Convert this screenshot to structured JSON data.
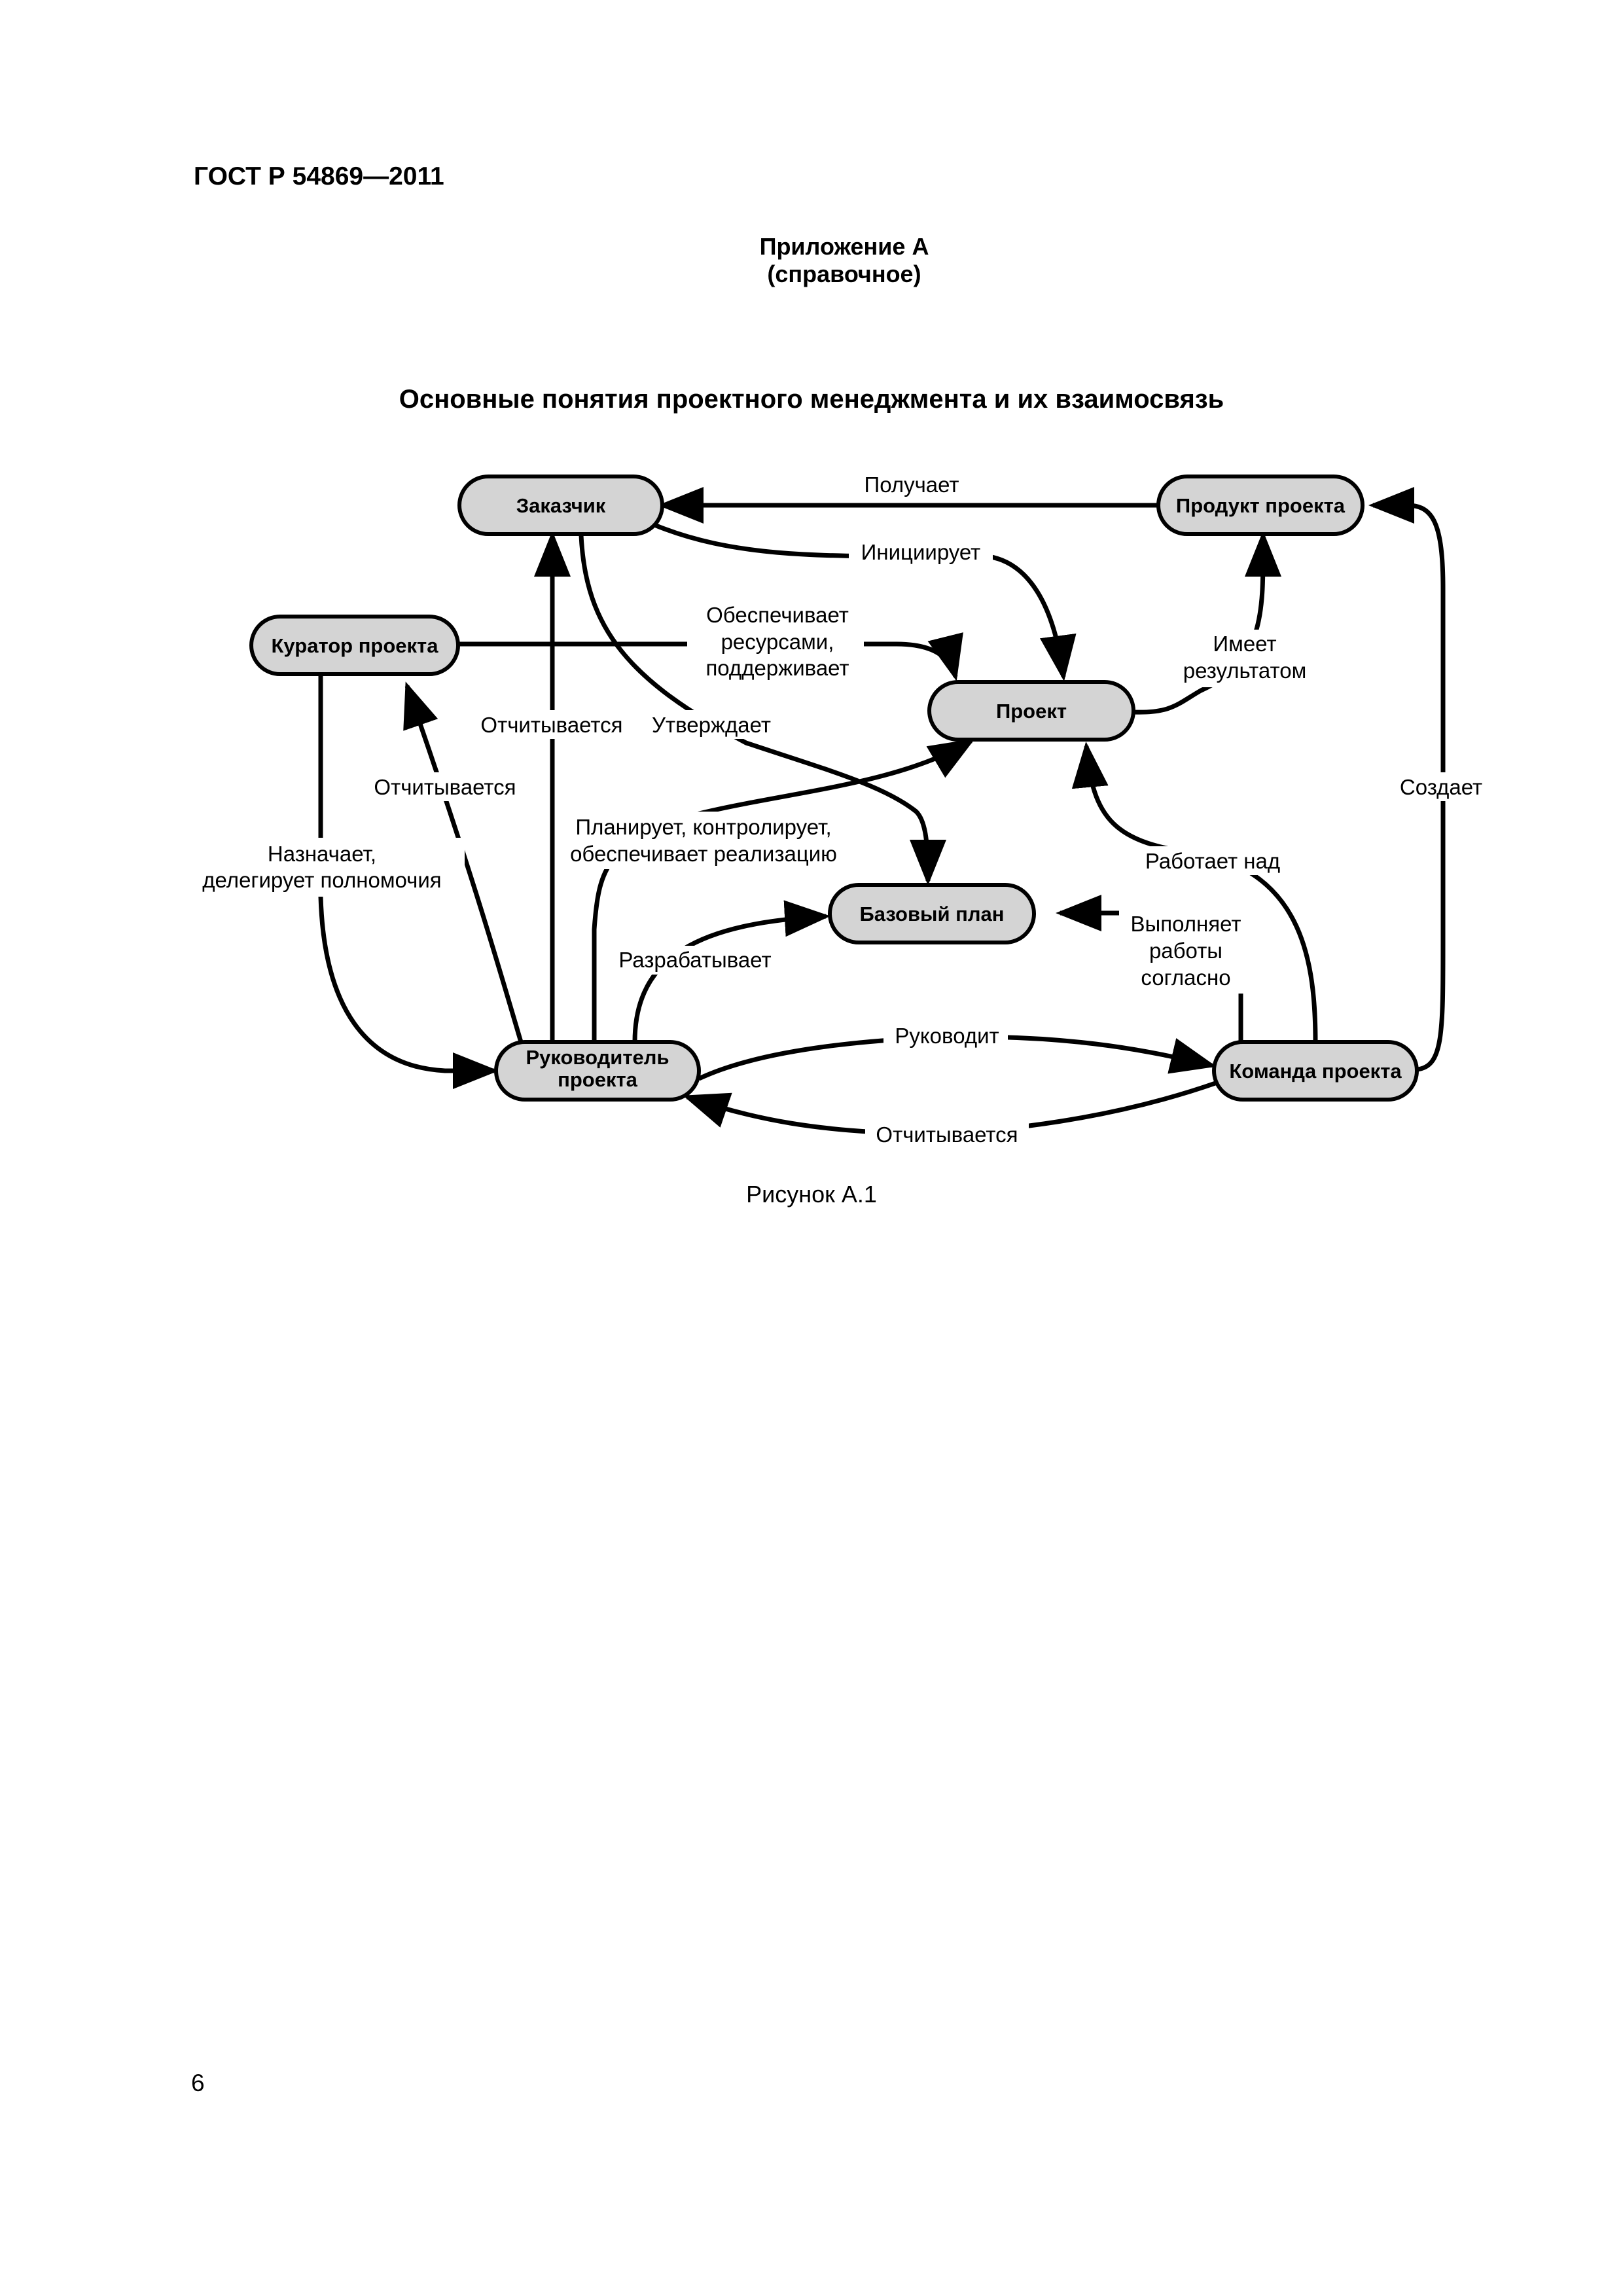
{
  "header": {
    "doc_code": "ГОСТ Р 54869—2011"
  },
  "appendix": {
    "line1": "Приложение А",
    "line2": "(справочное)"
  },
  "figure": {
    "title": "Основные понятия проектного менеджмента и их взаимосвязь",
    "caption": "Рисунок А.1"
  },
  "nodes": {
    "customer": "Заказчик",
    "product": "Продукт проекта",
    "sponsor": "Куратор проекта",
    "project": "Проект",
    "baseline": "Базовый план",
    "manager_line1": "Руководитель",
    "manager_line2": "проекта",
    "team": "Команда проекта"
  },
  "edges": {
    "receives": "Получает",
    "initiates": "Инициирует",
    "provides_line1": "Обеспечивает",
    "provides_line2": "ресурсами,",
    "provides_line3": "поддерживает",
    "has_result_line1": "Имеет",
    "has_result_line2": "результатом",
    "reports_to_customer": "Отчитывается",
    "approves": "Утверждает",
    "reports_to_sponsor": "Отчитывается",
    "creates": "Создает",
    "plans_line1": "Планирует, контролирует,",
    "plans_line2": "обеспечивает реализацию",
    "works_on": "Работает над",
    "assigns_line1": "Назначает,",
    "assigns_line2": "делегирует полномочия",
    "develops": "Разрабатывает",
    "performs_line1": "Выполняет",
    "performs_line2": "работы",
    "performs_line3": "согласно",
    "manages": "Руководит",
    "reports_to_manager": "Отчитывается"
  },
  "footer": {
    "page_number": "6"
  }
}
